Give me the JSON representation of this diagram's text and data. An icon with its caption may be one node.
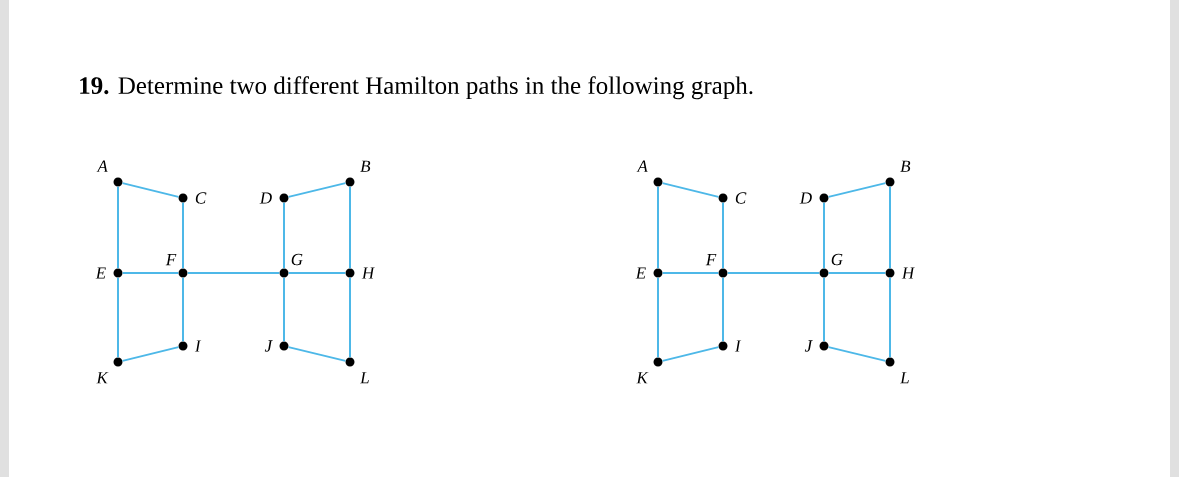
{
  "diagram": {
    "title": "**19.** Determine two different Hamilton paths in the following graph.",
    "nodes": [
      {
        "text": [
          "A"
        ]
      },
      {
        "text": [
          "B"
        ]
      },
      {
        "text": [
          "C"
        ]
      },
      {
        "text": [
          "D"
        ]
      },
      {
        "text": [
          "E"
        ]
      },
      {
        "text": [
          "F"
        ]
      },
      {
        "text": [
          "G"
        ]
      },
      {
        "text": [
          "H"
        ]
      },
      {
        "text": [
          "I"
        ]
      },
      {
        "text": [
          "J"
        ]
      },
      {
        "text": [
          "K"
        ]
      },
      {
        "text": [
          "L"
        ]
      },
      {
        "text": [
          "A"
        ]
      },
      {
        "text": [
          "B"
        ]
      },
      {
        "text": [
          "C"
        ]
      },
      {
        "text": [
          "D"
        ]
      },
      {
        "text": [
          "E"
        ]
      },
      {
        "text": [
          "F"
        ]
      },
      {
        "text": [
          "G"
        ]
      },
      {
        "text": [
          "H"
        ]
      },
      {
        "text": [
          "I"
        ]
      },
      {
        "text": [
          "J"
        ]
      },
      {
        "text": [
          "K"
        ]
      },
      {
        "text": [
          "L"
        ]
      }
    ],
    "edges": [
      {
        "from": 0,
        "to": 2,
        "arrow": "none"
      },
      {
        "from": 0,
        "to": 4,
        "arrow": "none"
      },
      {
        "from": 2,
        "to": 5,
        "arrow": "none"
      },
      {
        "from": 3,
        "to": 1,
        "arrow": "none"
      },
      {
        "from": 3,
        "to": 6,
        "arrow": "none"
      },
      {
        "from": 1,
        "to": 7,
        "arrow": "none"
      },
      {
        "from": 4,
        "to": 5,
        "arrow": "none"
      },
      {
        "from": 5,
        "to": 6,
        "arrow": "none"
      },
      {
        "from": 6,
        "to": 7,
        "arrow": "none"
      },
      {
        "from": 4,
        "to": 10,
        "arrow": "none"
      },
      {
        "from": 5,
        "to": 8,
        "arrow": "none"
      },
      {
        "from": 6,
        "to": 9,
        "arrow": "none"
      },
      {
        "from": 7,
        "to": 11,
        "arrow": "none"
      },
      {
        "from": 10,
        "to": 8,
        "arrow": "none"
      },
      {
        "from": 9,
        "to": 11,
        "arrow": "none"
      },
      {
        "from": 12,
        "to": 14,
        "arrow": "none"
      },
      {
        "from": 12,
        "to": 16,
        "arrow": "none"
      },
      {
        "from": 14,
        "to": 17,
        "arrow": "none"
      },
      {
        "from": 15,
        "to": 13,
        "arrow": "none"
      },
      {
        "from": 15,
        "to": 18,
        "arrow": "none"
      },
      {
        "from": 13,
        "to": 19,
        "arrow": "none"
      },
      {
        "from": 16,
        "to": 17,
        "arrow": "none"
      },
      {
        "from": 17,
        "to": 18,
        "arrow": "none"
      },
      {
        "from": 18,
        "to": 19,
        "arrow": "none"
      },
      {
        "from": 16,
        "to": 22,
        "arrow": "none"
      },
      {
        "from": 17,
        "to": 20,
        "arrow": "none"
      },
      {
        "from": 18,
        "to": 21,
        "arrow": "none"
      },
      {
        "from": 19,
        "to": 23,
        "arrow": "none"
      },
      {
        "from": 22,
        "to": 20,
        "arrow": "none"
      },
      {
        "from": 21,
        "to": 23,
        "arrow": "none"
      }
    ]
  }
}
